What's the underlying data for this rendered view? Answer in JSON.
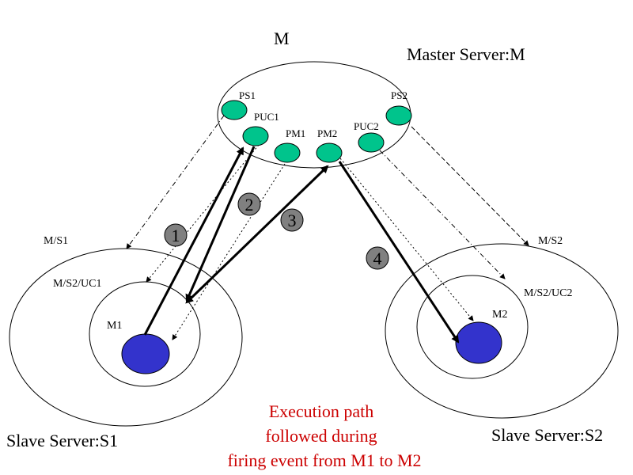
{
  "master": {
    "top_label": "M",
    "title": "Master Server:M",
    "ports": [
      {
        "label": "PS1"
      },
      {
        "label": "PUC1"
      },
      {
        "label": "PM1"
      },
      {
        "label": "PM2"
      },
      {
        "label": "PUC2"
      },
      {
        "label": "PS2"
      }
    ]
  },
  "slave1": {
    "title": "Slave Server:S1",
    "ms_label": "M/S1",
    "uc_label": "M/S2/UC1",
    "module_label": "M1"
  },
  "slave2": {
    "title": "Slave Server:S2",
    "ms_label": "M/S2",
    "uc_label": "M/S2/UC2",
    "module_label": "M2"
  },
  "steps": [
    {
      "number": "1"
    },
    {
      "number": "2"
    },
    {
      "number": "3"
    },
    {
      "number": "4"
    }
  ],
  "caption": {
    "line1": "Execution path",
    "line2": "followed during",
    "line3": "firing event from M1 to M2"
  },
  "colors": {
    "port_fill": "#00c48c",
    "module_fill": "#3333cc",
    "step_fill": "#808080",
    "caption": "#cc0000"
  }
}
